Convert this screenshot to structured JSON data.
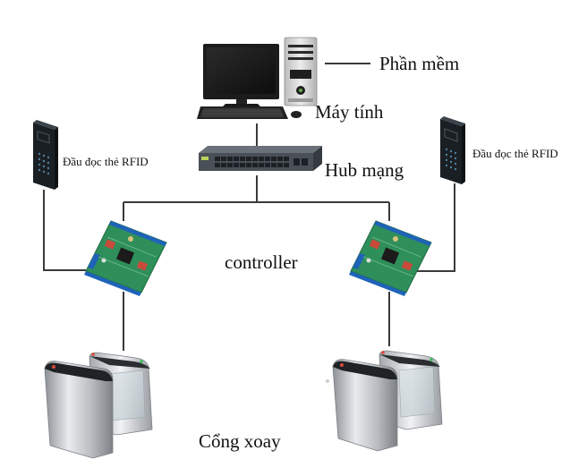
{
  "labels": {
    "software": "Phần mềm",
    "computer": "Máy tính",
    "hub": "Hub mạng",
    "reader_left": "Đầu đọc thẻ RFID",
    "reader_right": "Đầu đọc thẻ RFID",
    "controller": "controller",
    "turnstile": "Cổng xoay"
  },
  "colors": {
    "line": "#3a3a3a",
    "monitor": "#1c1c1c",
    "tower": "#d9d9d9",
    "board_pcb": "#2f8f5a",
    "board_connector": "#1e63b8",
    "reader_body": "#1a1f24",
    "gate_steel": "#c9ccd0",
    "switch_body": "#4a5057"
  }
}
